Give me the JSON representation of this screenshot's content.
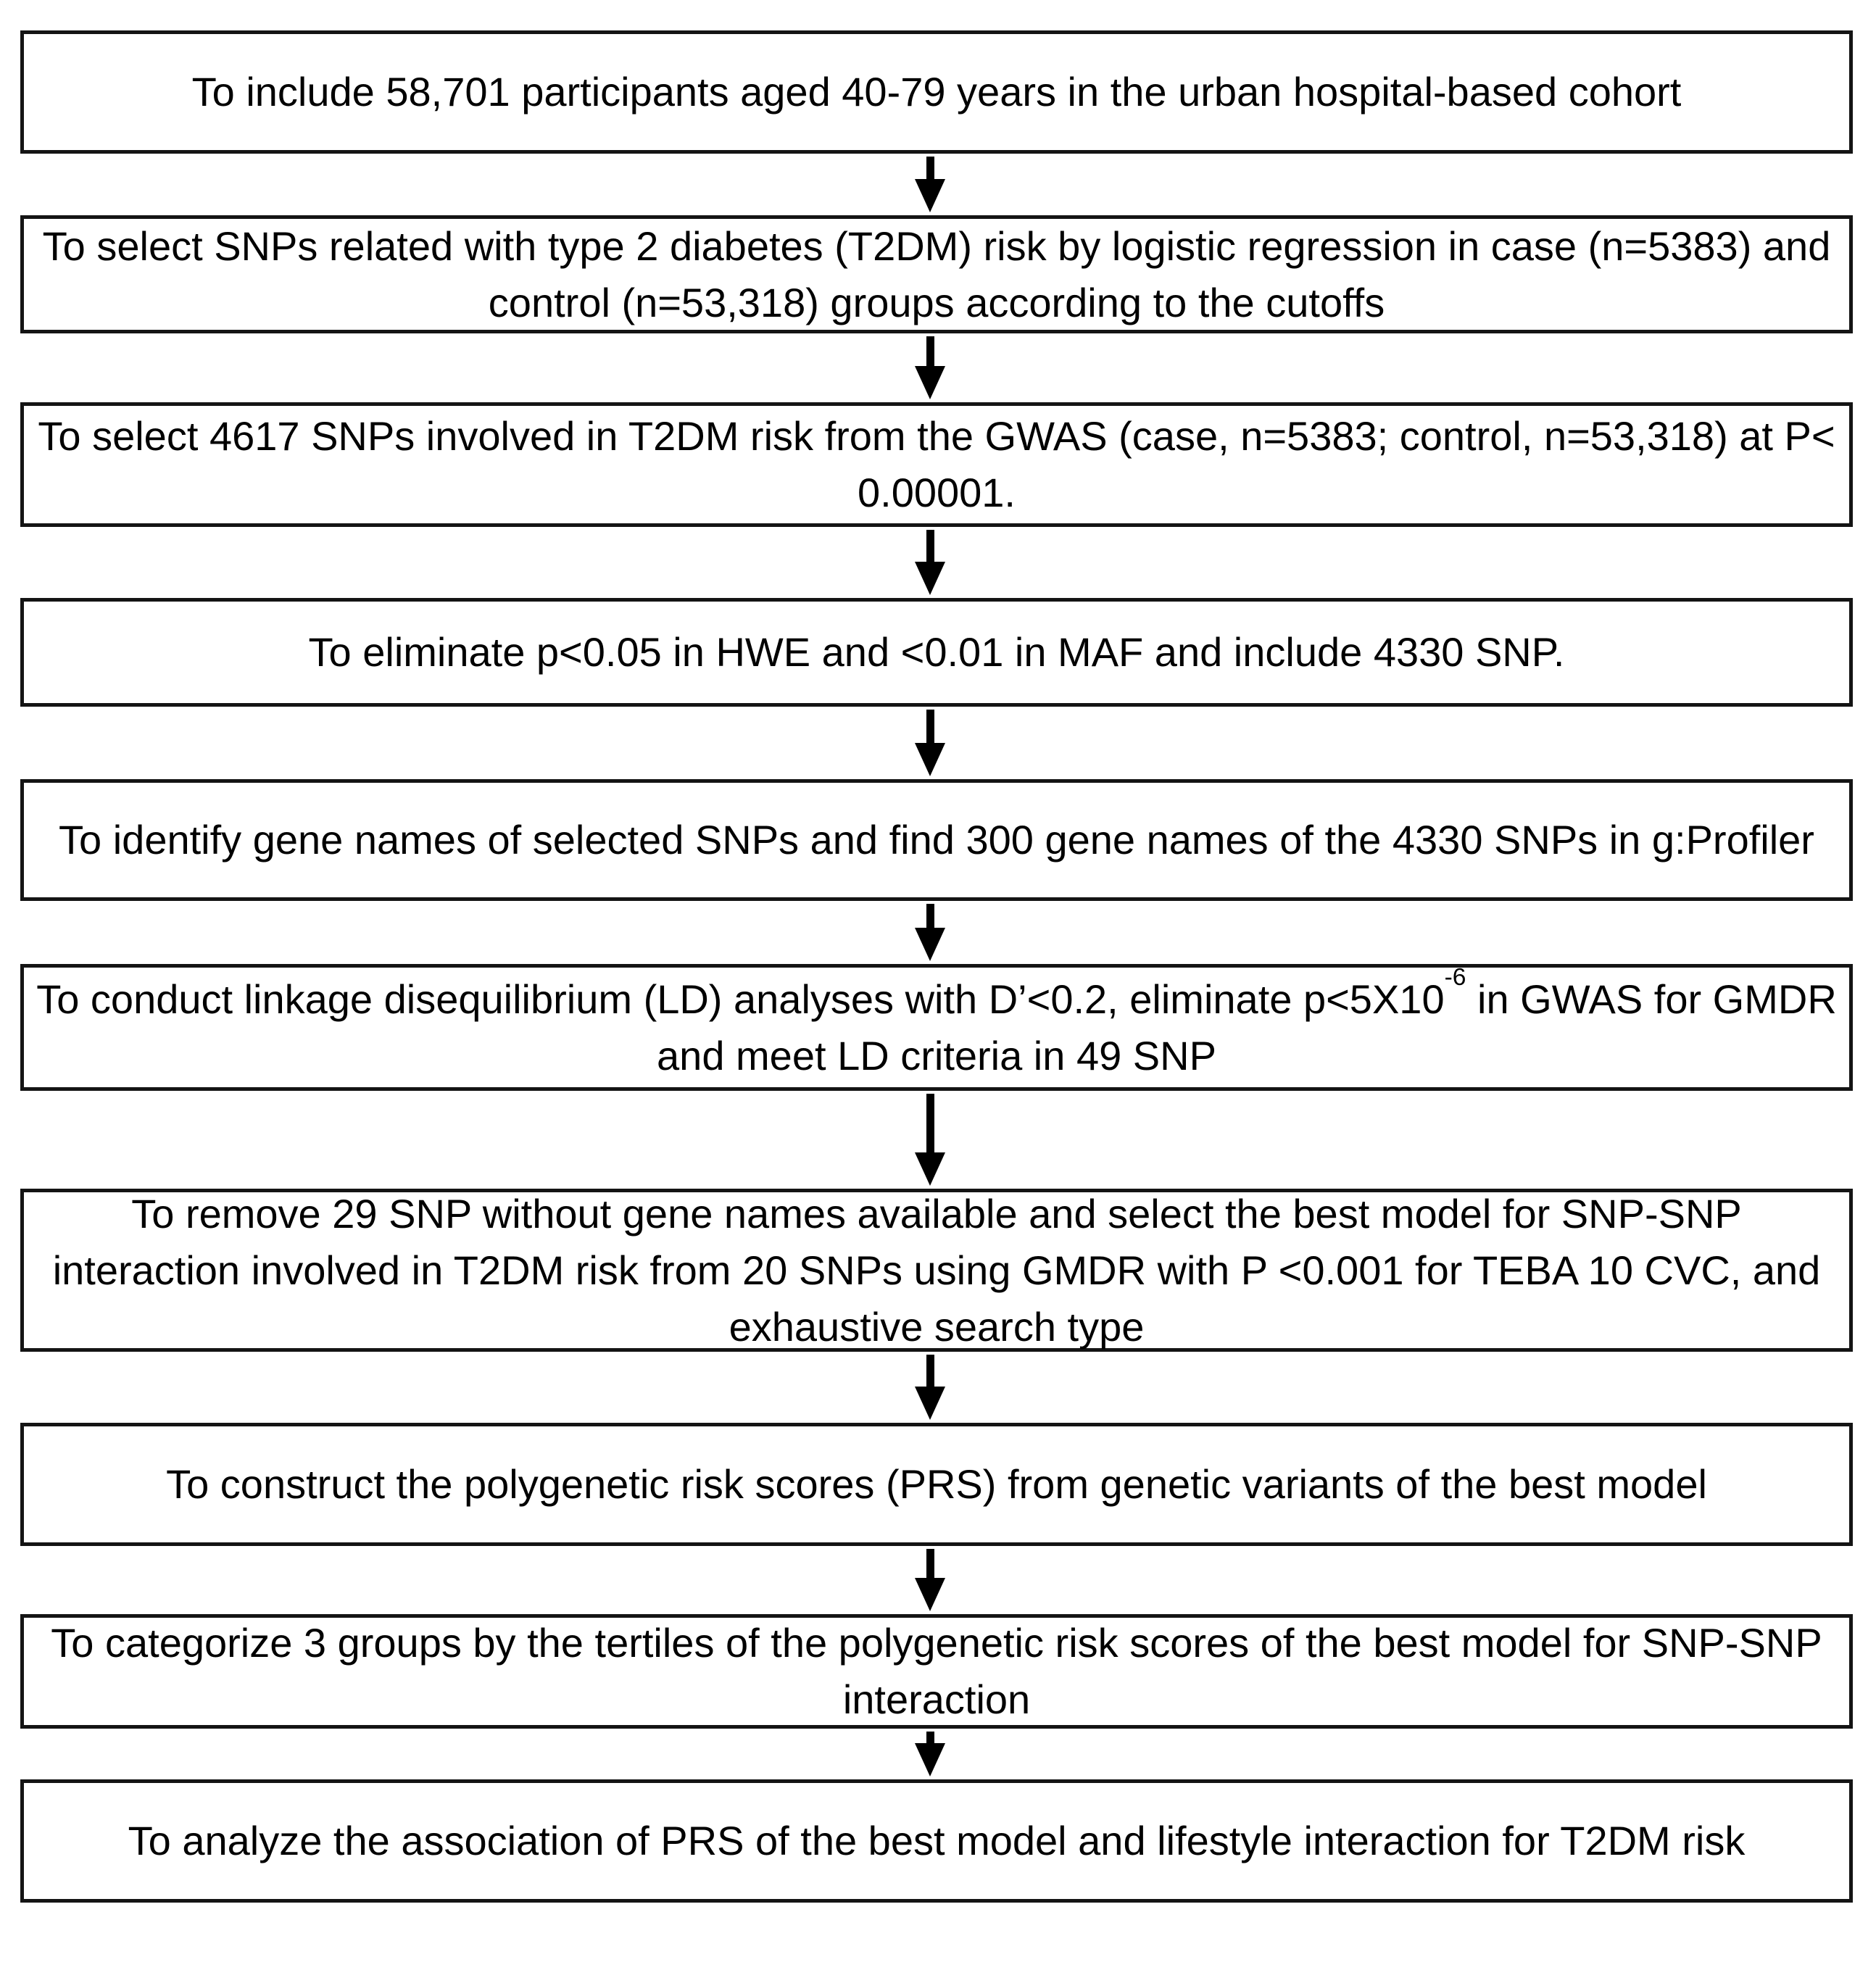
{
  "figure": {
    "type": "flowchart",
    "background_color": "#ffffff",
    "box_border_color": "#141414",
    "text_color": "#000000",
    "arrow_color": "#000000",
    "arrow_direction": "down"
  },
  "steps": [
    {
      "text": "To include 58,701 participants aged 40-79 years in the urban hospital-based cohort"
    },
    {
      "text": "To select SNPs related with type 2 diabetes (T2DM) risk by logistic regression in case (n=5383) and control (n=53,318) groups according to the cutoffs"
    },
    {
      "text": "To select 4617 SNPs involved in T2DM risk from the GWAS (case, n=5383; control, n=53,318) at P< 0.00001."
    },
    {
      "text": "To eliminate p<0.05 in HWE and <0.01 in MAF and include 4330 SNP."
    },
    {
      "text": "To identify gene names of selected SNPs and find 300 gene names of the 4330 SNPs in g:Profiler"
    },
    {
      "text_before_sup": "To conduct linkage disequilibrium (LD) analyses  with D’<0.2, eliminate p<5X10",
      "superscript": "-6",
      "text_after_sup": " in GWAS for GMDR and meet LD criteria in 49 SNP"
    },
    {
      "text": "To remove 29 SNP without gene names available and select the best model for SNP-SNP interaction involved in T2DM risk from 20 SNPs using GMDR with P <0.001 for TEBA 10 CVC, and exhaustive search type"
    },
    {
      "text": "To construct the polygenetic risk scores (PRS) from genetic variants of the best model"
    },
    {
      "text": "To categorize 3 groups by the tertiles of the polygenetic risk scores of the best model for SNP-SNP interaction"
    },
    {
      "text": "To analyze the association of PRS of the best model and lifestyle interaction for T2DM risk"
    }
  ]
}
